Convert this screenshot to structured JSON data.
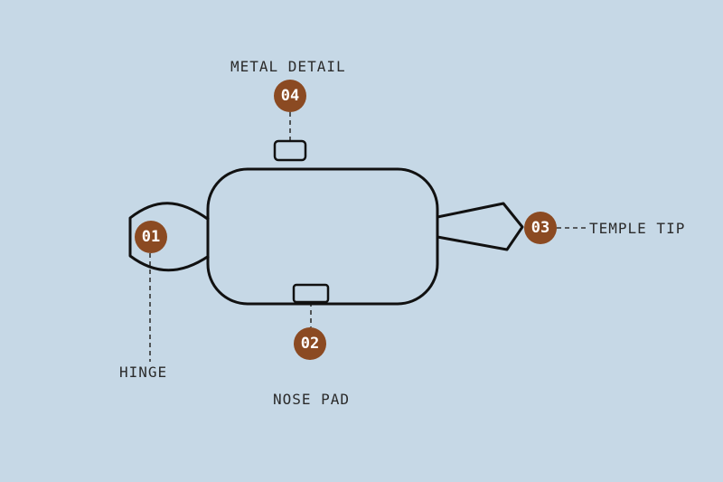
{
  "colors": {
    "background": "#c6d8e6",
    "outline": "#111111",
    "leader": "#333333",
    "marker": "#8b4a22",
    "marker_text": "#ffffff",
    "label_text": "#2b2b2b"
  },
  "callouts": [
    {
      "number": "01",
      "label": "HINGE"
    },
    {
      "number": "02",
      "label": "NOSE PAD"
    },
    {
      "number": "03",
      "label": "TEMPLE TIP"
    },
    {
      "number": "04",
      "label": "METAL DETAIL"
    }
  ]
}
